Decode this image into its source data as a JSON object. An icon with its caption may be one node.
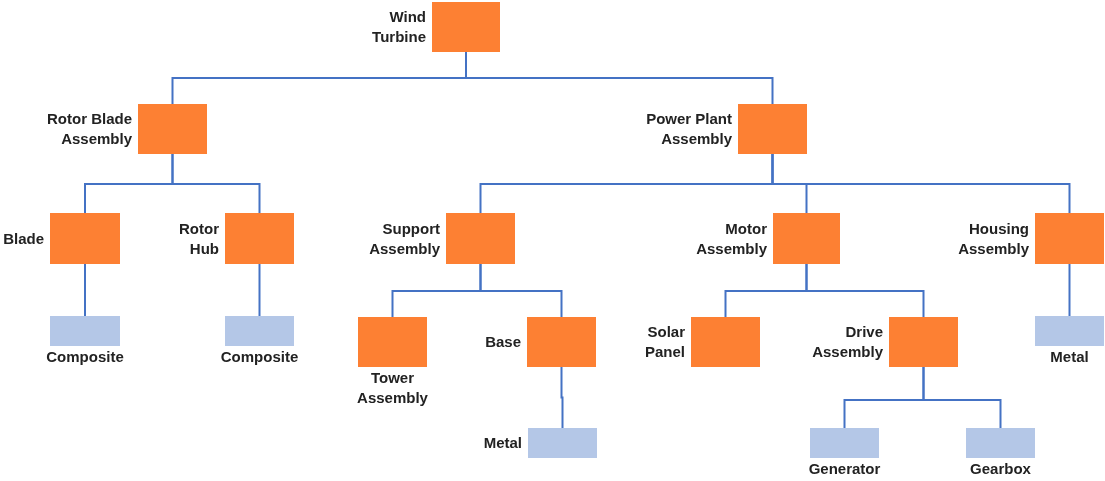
{
  "diagram": {
    "nodes": [
      {
        "text": [
          "Wind Turbine"
        ]
      },
      {
        "text": [
          "Rotor Blade Assembly"
        ]
      },
      {
        "text": [
          "Power Plant Assembly"
        ]
      },
      {
        "text": [
          "Blade"
        ]
      },
      {
        "text": [
          "Rotor Hub"
        ]
      },
      {
        "text": [
          "Composite"
        ]
      },
      {
        "text": [
          "Composite"
        ]
      },
      {
        "text": [
          "Support Assembly"
        ]
      },
      {
        "text": [
          "Motor Assembly"
        ]
      },
      {
        "text": [
          "Housing Assembly"
        ]
      },
      {
        "text": [
          "Tower Assembly"
        ]
      },
      {
        "text": [
          "Base"
        ]
      },
      {
        "text": [
          "Metal"
        ]
      },
      {
        "text": [
          "Solar Panel"
        ]
      },
      {
        "text": [
          "Drive Assembly"
        ]
      },
      {
        "text": [
          "Metal"
        ]
      },
      {
        "text": [
          "Generator"
        ]
      },
      {
        "text": [
          "Gearbox"
        ]
      }
    ],
    "edges": [
      {
        "from": 0,
        "to": 1,
        "arrow": "none"
      },
      {
        "from": 0,
        "to": 2,
        "arrow": "none"
      },
      {
        "from": 1,
        "to": 3,
        "arrow": "none"
      },
      {
        "from": 1,
        "to": 4,
        "arrow": "none"
      },
      {
        "from": 3,
        "to": 5,
        "arrow": "none"
      },
      {
        "from": 4,
        "to": 6,
        "arrow": "none"
      },
      {
        "from": 2,
        "to": 7,
        "arrow": "none"
      },
      {
        "from": 2,
        "to": 8,
        "arrow": "none"
      },
      {
        "from": 2,
        "to": 9,
        "arrow": "none"
      },
      {
        "from": 7,
        "to": 10,
        "arrow": "none"
      },
      {
        "from": 7,
        "to": 11,
        "arrow": "none"
      },
      {
        "from": 11,
        "to": 12,
        "arrow": "none"
      },
      {
        "from": 8,
        "to": 13,
        "arrow": "none"
      },
      {
        "from": 8,
        "to": 14,
        "arrow": "none"
      },
      {
        "from": 9,
        "to": 15,
        "arrow": "none"
      },
      {
        "from": 14,
        "to": 16,
        "arrow": "none"
      },
      {
        "from": 14,
        "to": 17,
        "arrow": "none"
      }
    ]
  }
}
